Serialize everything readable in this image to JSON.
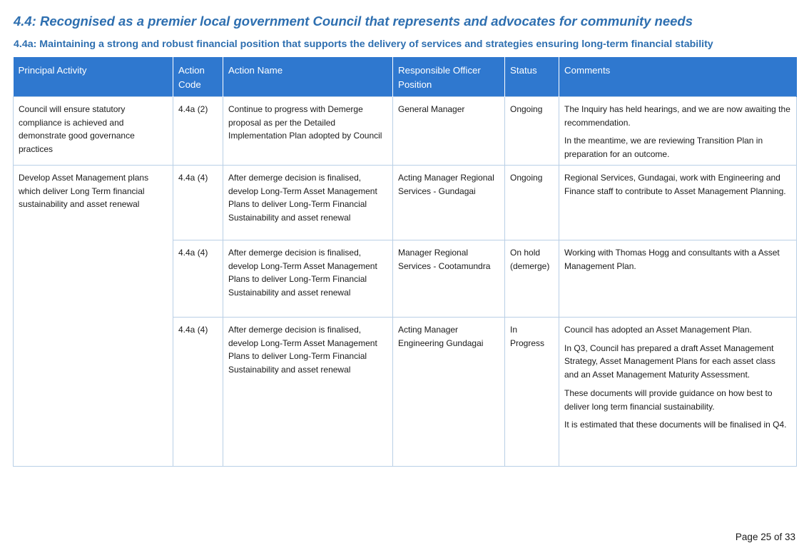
{
  "heading": "4.4: Recognised as a premier local government Council that represents and advocates for community needs",
  "subheading": "4.4a: Maintaining a strong and robust financial position that supports the delivery of services and strategies ensuring long-term financial stability",
  "table": {
    "headers": {
      "principal_activity": "Principal Activity",
      "action_code": "Action Code",
      "action_name": "Action Name",
      "responsible_officer": "Responsible Officer Position",
      "status": "Status",
      "comments": "Comments"
    },
    "rows": [
      {
        "principal_activity": "Council will ensure statutory compliance is achieved and demonstrate good governance practices",
        "action_code": "4.4a (2)",
        "action_name": "Continue to progress with Demerge proposal as per the Detailed Implementation Plan adopted by Council",
        "responsible_officer": "General Manager",
        "status": "Ongoing",
        "comments": [
          "The Inquiry has held hearings, and we are now awaiting the recommendation.",
          "In the meantime, we are reviewing Transition Plan in preparation for an outcome."
        ]
      },
      {
        "principal_activity": "Develop Asset Management plans which deliver Long Term financial sustainability and asset renewal",
        "action_code": "4.4a (4)",
        "action_name": "After demerge decision is finalised, develop Long-Term Asset Management Plans to deliver Long-Term Financial Sustainability and asset renewal",
        "responsible_officer": "Acting Manager Regional Services - Gundagai",
        "status": "Ongoing",
        "comments": [
          "Regional Services, Gundagai, work with Engineering and Finance staff to contribute to Asset Management Planning."
        ]
      },
      {
        "action_code": "4.4a (4)",
        "action_name": "After demerge decision is finalised, develop Long-Term Asset Management Plans to deliver Long-Term Financial Sustainability and asset renewal",
        "responsible_officer": "Manager Regional Services - Cootamundra",
        "status": "On hold (demerge)",
        "comments": [
          "Working with Thomas Hogg and consultants with a Asset Management Plan."
        ]
      },
      {
        "action_code": "4.4a (4)",
        "action_name": "After demerge decision is finalised, develop Long-Term Asset Management Plans to deliver Long-Term Financial Sustainability and asset renewal",
        "responsible_officer": "Acting Manager Engineering Gundagai",
        "status": "In Progress",
        "comments": [
          "Council has adopted an Asset Management Plan.",
          "In Q3, Council has prepared a draft Asset Management Strategy, Asset Management Plans for each asset class and an Asset Management Maturity Assessment.",
          "These documents will provide guidance on how best to deliver long term financial sustainability.",
          "It is estimated that these documents will be finalised in Q4."
        ]
      }
    ]
  },
  "footer": {
    "page_label": "Page 25 of 33"
  }
}
